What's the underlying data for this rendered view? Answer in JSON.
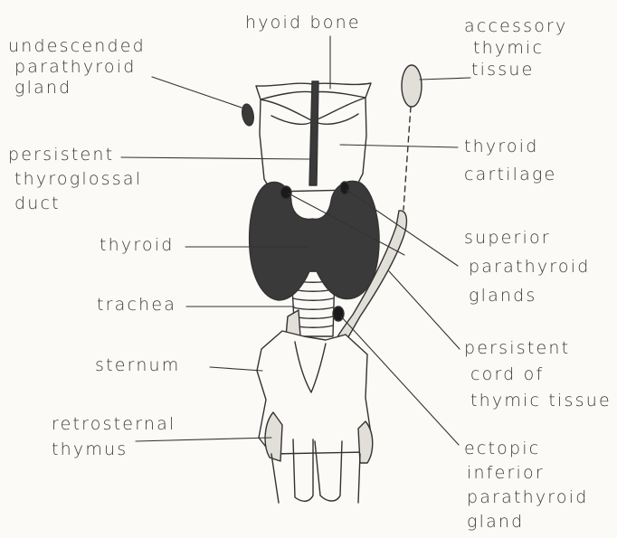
{
  "colors": {
    "background": "#fbfaf6",
    "ink": "#333333",
    "gland_fill": "#3a3a3a",
    "thymus_fill": "#e2dfd8"
  },
  "labels": {
    "hyoid_bone": [
      "hyoid bone"
    ],
    "accessory_thymic_tissue": [
      "accessory",
      "thymic",
      "tissue"
    ],
    "undescended_parathyroid_gland": [
      "undescended",
      "parathyroid",
      "gland"
    ],
    "persistent_thyroglossal_duct": [
      "persistent",
      "thyroglossal",
      "duct"
    ],
    "thyroid_cartilage": [
      "thyroid",
      "cartilage"
    ],
    "thyroid": [
      "thyroid"
    ],
    "superior_parathyroid_glands": [
      "superior",
      "parathyroid",
      "glands"
    ],
    "trachea": [
      "trachea"
    ],
    "persistent_cord_of_thymic_tissue": [
      "persistent",
      "cord of",
      "thymic tissue"
    ],
    "sternum": [
      "sternum"
    ],
    "retrosternal_thymus": [
      "retrosternal",
      "thymus"
    ],
    "ectopic_inferior_parathyroid_gland": [
      "ectopic",
      "inferior",
      "parathyroid",
      "gland"
    ]
  }
}
